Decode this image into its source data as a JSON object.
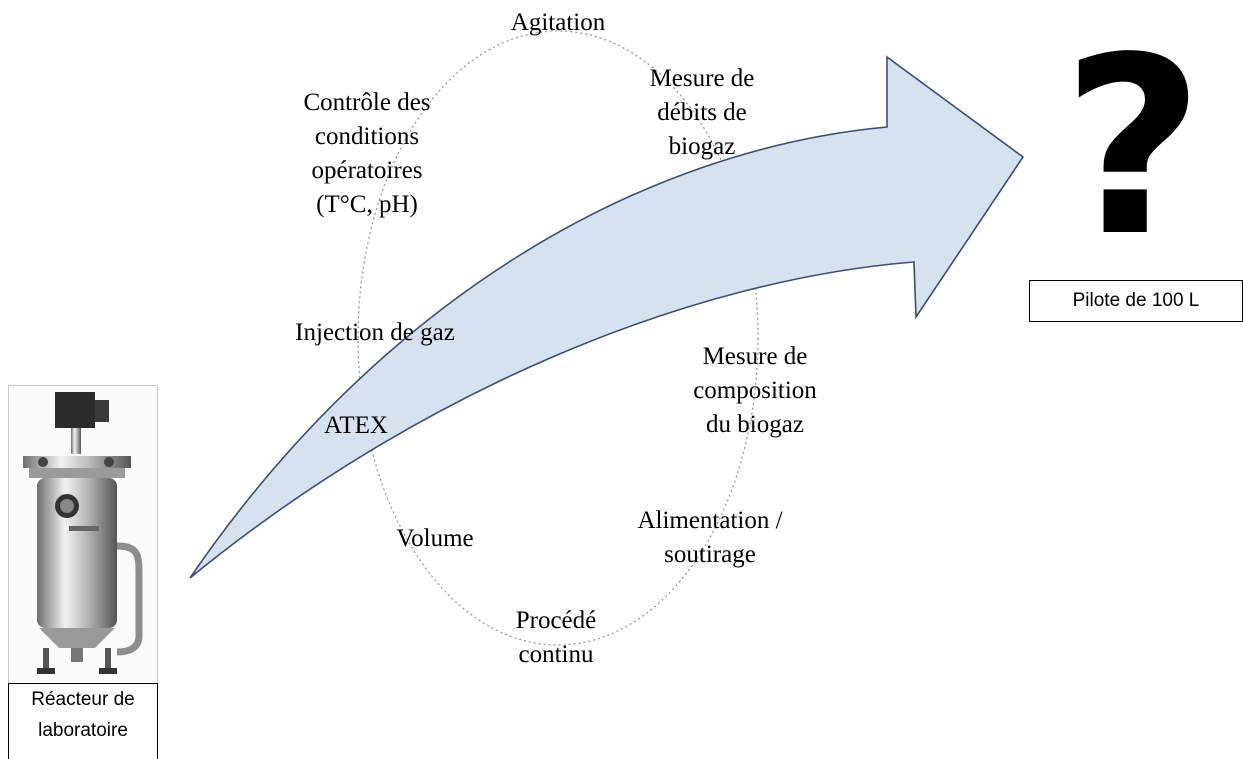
{
  "labels": {
    "agitation": "Agitation",
    "controle": "Contrôle des\nconditions\nopératoires\n(T°C, pH)",
    "mesure_debits": "Mesure de\ndébits de\nbiogaz",
    "injection_gaz": "Injection de gaz",
    "atex": "ATEX",
    "mesure_composition": "Mesure de\ncomposition\ndu biogaz",
    "alimentation": "Alimentation /\nsoutirage",
    "volume": "Volume",
    "procede": "Procédé\ncontinu"
  },
  "boxes": {
    "reacteur": "Réacteur de\nlaboratoire",
    "pilote": "Pilote de 100 L"
  },
  "symbols": {
    "question": "?",
    "reactor_icon": "reactor-icon"
  },
  "colors": {
    "arrow_fill": "#d6e2f0",
    "arrow_stroke": "#3a4f73",
    "ellipse_stroke": "#9a9a9a"
  }
}
